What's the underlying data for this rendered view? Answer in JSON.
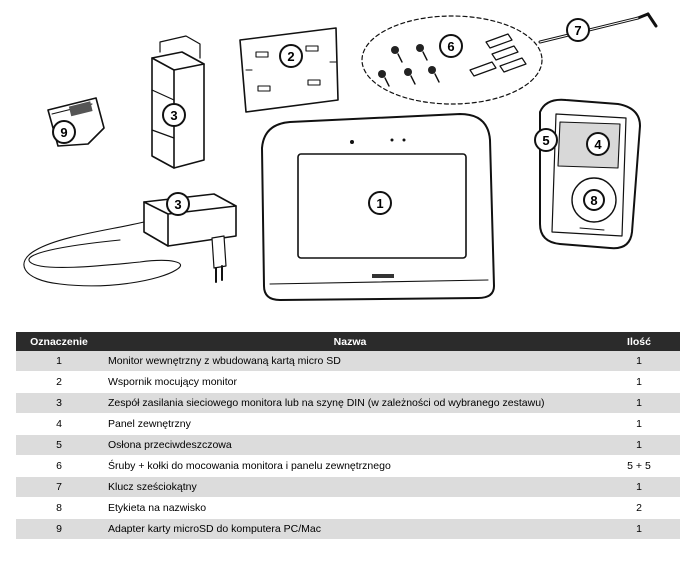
{
  "callouts": {
    "monitor": "1",
    "bracket": "2",
    "din_supply": "3",
    "wall_supply": "3",
    "outdoor_panel": "4",
    "rain_cover": "5",
    "screws": "6",
    "hex_key": "7",
    "name_label": "8",
    "sd_adapter": "9"
  },
  "table": {
    "headers": {
      "id": "Oznaczenie",
      "name": "Nazwa",
      "qty": "Ilość"
    },
    "rows": [
      {
        "id": "1",
        "name": "Monitor wewnętrzny z wbudowaną kartą micro SD",
        "qty": "1"
      },
      {
        "id": "2",
        "name": "Wspornik mocujący monitor",
        "qty": "1"
      },
      {
        "id": "3",
        "name": "Zespół zasilania sieciowego monitora lub na szynę DIN (w zależności od wybranego zestawu)",
        "qty": "1"
      },
      {
        "id": "4",
        "name": "Panel zewnętrzny",
        "qty": "1"
      },
      {
        "id": "5",
        "name": "Osłona przeciwdeszczowa",
        "qty": "1"
      },
      {
        "id": "6",
        "name": "Śruby + kołki do mocowania monitora i panelu zewnętrznego",
        "qty": "5 + 5"
      },
      {
        "id": "7",
        "name": "Klucz sześciokątny",
        "qty": "1"
      },
      {
        "id": "8",
        "name": "Etykieta na nazwisko",
        "qty": "2"
      },
      {
        "id": "9",
        "name": "Adapter karty microSD do komputera PC/Mac",
        "qty": "1"
      }
    ]
  }
}
